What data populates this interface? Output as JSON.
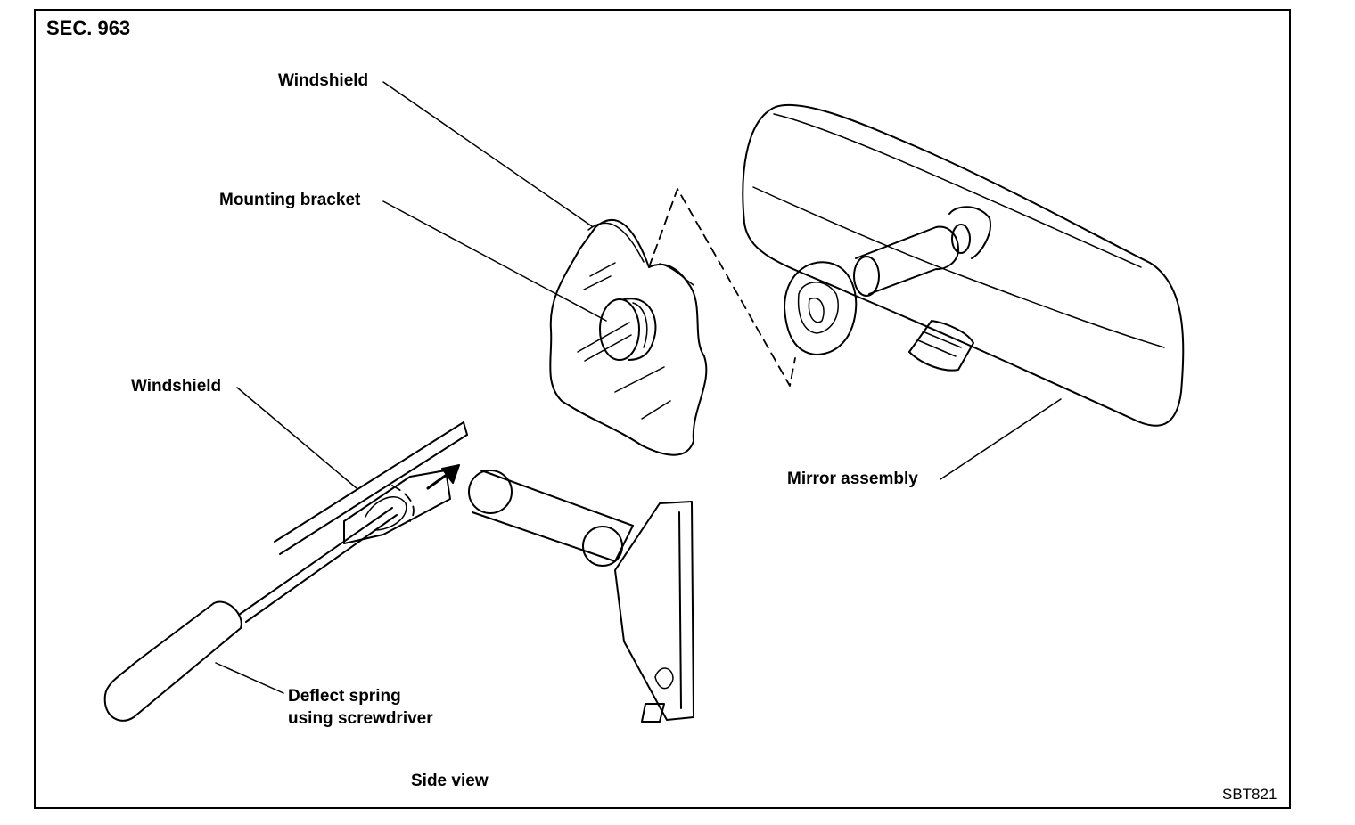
{
  "figure": {
    "section": "SEC. 963",
    "code": "SBT821"
  },
  "labels": {
    "windshield_top": "Windshield",
    "mounting_bracket": "Mounting bracket",
    "windshield_side": "Windshield",
    "mirror_assembly": "Mirror assembly",
    "deflect_line1": "Deflect spring",
    "deflect_line2": "using screwdriver",
    "side_view": "Side view"
  }
}
